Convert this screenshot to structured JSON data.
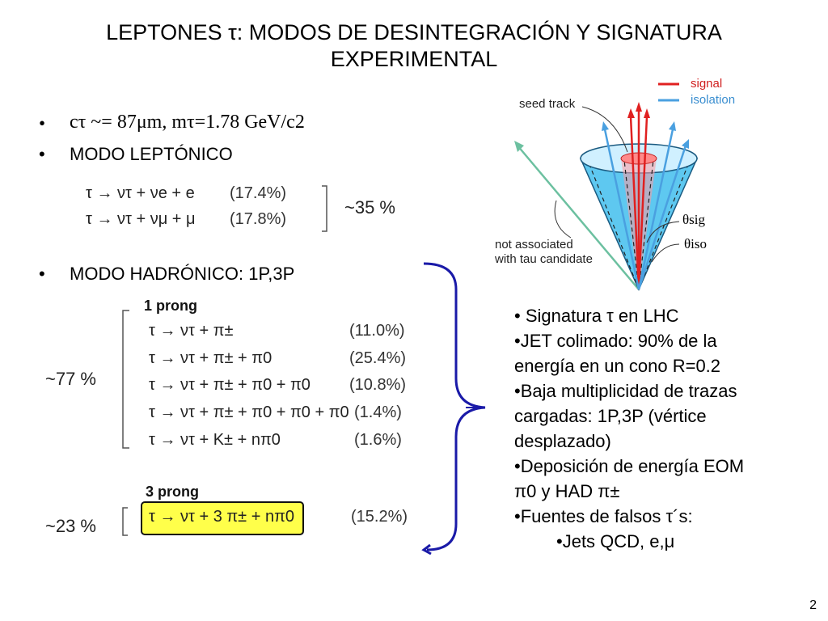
{
  "title": {
    "line1": "LEPTONES τ: MODOS DE DESINTEGRACIÓN Y SIGNATURA",
    "line2": "EXPERIMENTAL"
  },
  "bullets": {
    "b1": "cτ ~= 87μm, mτ=1.78 GeV/c2",
    "b2": "MODO LEPTÓNICO",
    "b3": "MODO HADRÓNICO: 1P,3P"
  },
  "leptonic": {
    "rows": [
      {
        "eq": "τ → ντ + νe + e",
        "pct": "(17.4%)"
      },
      {
        "eq": "τ → ντ + νμ + μ",
        "pct": "(17.8%)"
      }
    ],
    "total": "~35 %"
  },
  "one_prong": {
    "header": "1 prong",
    "total": "~77 %",
    "rows": [
      {
        "eq": "τ → ντ + π±",
        "pct": "(11.0%)"
      },
      {
        "eq": "τ → ντ + π± + π0",
        "pct": "(25.4%)"
      },
      {
        "eq": "τ → ντ + π± + π0 + π0",
        "pct": "(10.8%)"
      },
      {
        "eq": "τ → ντ + π± + π0 + π0 + π0",
        "pct": "(1.4%)"
      },
      {
        "eq": "τ → ντ + K± + nπ0",
        "pct": "(1.6%)"
      }
    ]
  },
  "three_prong": {
    "header": "3 prong",
    "total": "~23 %",
    "row": {
      "eq": "τ → ντ + 3 π± + nπ0",
      "pct": "(15.2%)"
    }
  },
  "diagram": {
    "legend_signal": "signal",
    "legend_isolation": "isolation",
    "seed_track": "seed track",
    "not_assoc_1": "not associated",
    "not_assoc_2": "with tau candidate",
    "theta_sig": "θsig",
    "theta_iso": "θiso"
  },
  "side": {
    "l1": "• Signatura τ en LHC",
    "l2": "•JET colimado: 90% de la",
    "l3": "energía en un cono R=0.2",
    "l4": "•Baja multiplicidad de trazas",
    "l5": "cargadas: 1P,3P (vértice",
    "l6": "desplazado)",
    "l7": "•Deposición de energía EOM",
    "l8": "π0 y HAD π±",
    "l9": "•Fuentes de falsos τ´s:",
    "l10": "•Jets QCD, e,μ"
  },
  "page_number": "2",
  "colors": {
    "brace": "#1a1aa8",
    "cone": "#5ec8f0",
    "signal": "#e02020",
    "isolation": "#4aa0e0",
    "highlight": "#ffff4a",
    "green_track": "#6cc0a0"
  }
}
